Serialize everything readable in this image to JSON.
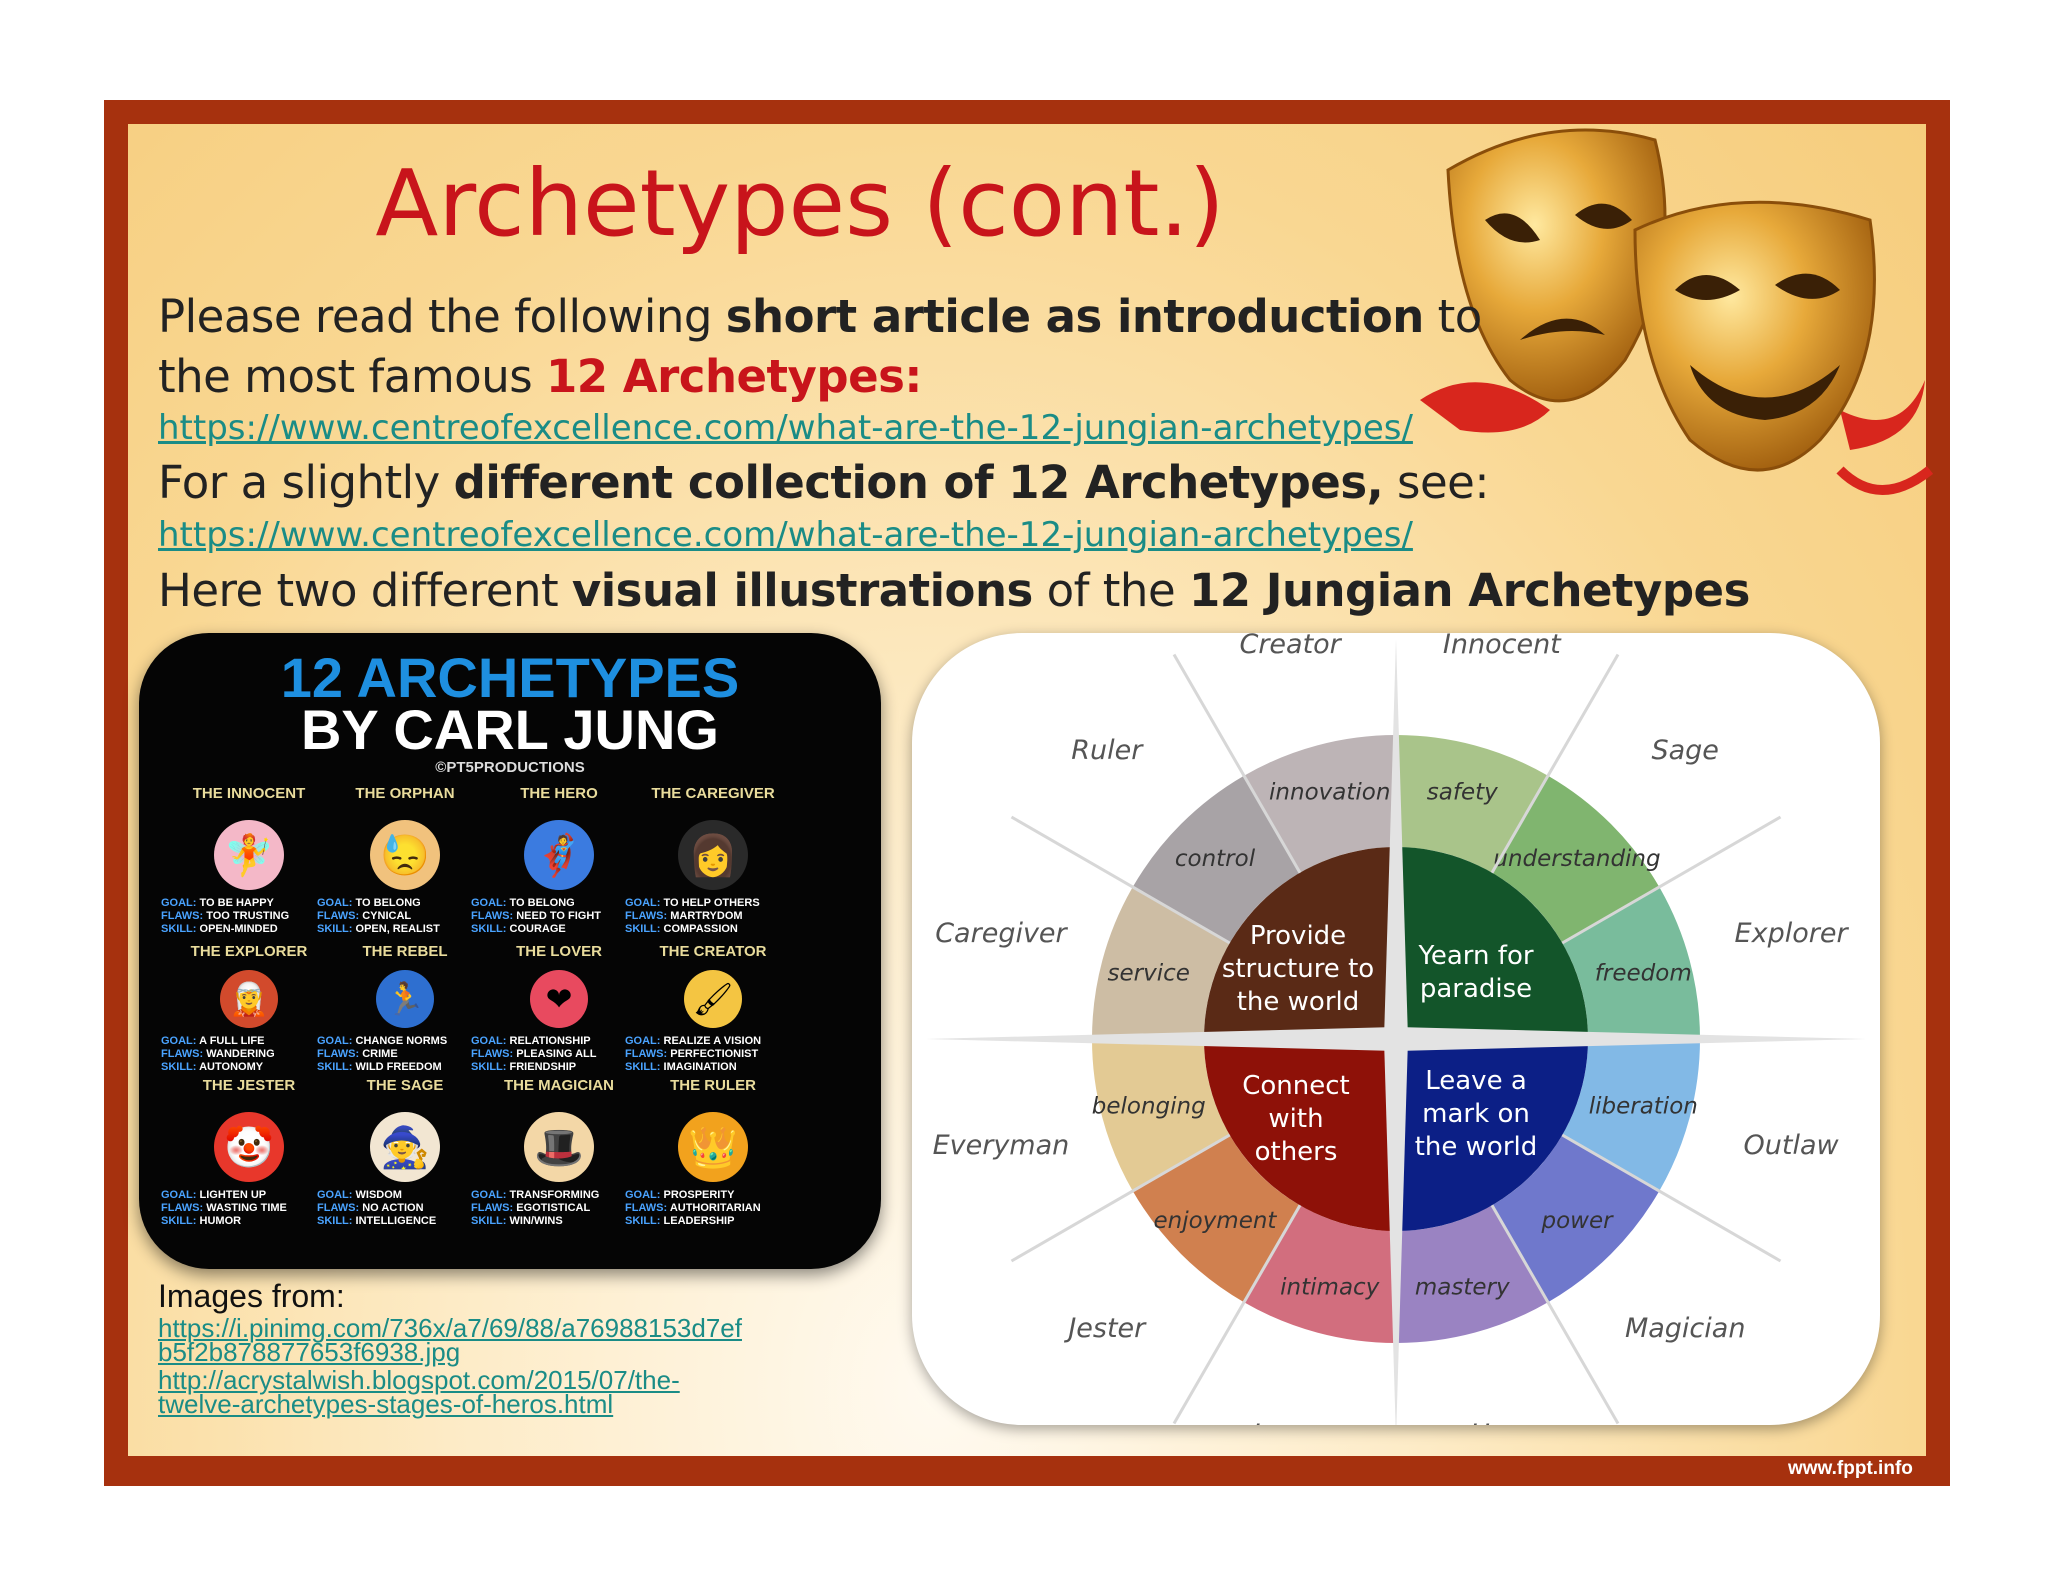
{
  "slide": {
    "title": "Archetypes (cont.)",
    "line1": {
      "pre": "Please read the following ",
      "bold": "short article as introduction",
      "post": " to"
    },
    "line2": {
      "pre": "the most famous ",
      "red": "12 Archetypes:"
    },
    "link1": "https://www.centreofexcellence.com/what-are-the-12-jungian-archetypes/",
    "line3": {
      "pre": "For a slightly ",
      "bold": "different collection of 12 Archetypes,",
      "post": " see:"
    },
    "link2": "https://www.centreofexcellence.com/what-are-the-12-jungian-archetypes/",
    "line4": {
      "pre": "Here two different  ",
      "bold1": "visual illustrations",
      "mid": " of the ",
      "bold2": "12 Jungian Archetypes"
    },
    "images_from": "Images from:",
    "source1": [
      "https://i.pinimg.com/736x/a7/69/88/a76988153d7ef",
      "b5f2b878877653f6938.jpg"
    ],
    "source2": [
      "http://acrystalwish.blogspot.com/2015/07/the-",
      "twelve-archetypes-stages-of-heros.html"
    ],
    "footer": "www.fppt.info"
  },
  "card": {
    "title1": "12 ARCHETYPES",
    "title2": "BY CARL JUNG",
    "credit": "©PT5PRODUCTIONS",
    "archetypes": [
      {
        "name": "THE INNOCENT",
        "goal": "TO BE HAPPY",
        "flaws": "TOO TRUSTING",
        "skill": "OPEN-MINDED",
        "icon": "fairy-icon",
        "glyph": "🧚"
      },
      {
        "name": "THE ORPHAN",
        "goal": "TO BELONG",
        "flaws": "CYNICAL",
        "skill": "OPEN, REALIST",
        "icon": "sad-face-icon",
        "glyph": "😓"
      },
      {
        "name": "THE HERO",
        "goal": "TO BELONG",
        "flaws": "NEED TO FIGHT",
        "skill": "COURAGE",
        "icon": "superhero-icon",
        "glyph": "🦸"
      },
      {
        "name": "THE CAREGIVER",
        "goal": "TO HELP OTHERS",
        "flaws": "MARTRYDOM",
        "skill": "COMPASSION",
        "icon": "nun-icon",
        "glyph": "👩"
      },
      {
        "name": "THE EXPLORER",
        "goal": "A FULL LIFE",
        "flaws": "WANDERING",
        "skill": "AUTONOMY",
        "icon": "explorer-icon",
        "glyph": "🧝"
      },
      {
        "name": "THE REBEL",
        "goal": "CHANGE NORMS",
        "flaws": "CRIME",
        "skill": "WILD FREEDOM",
        "icon": "runner-icon",
        "glyph": "🏃"
      },
      {
        "name": "THE LOVER",
        "goal": "RELATIONSHIP",
        "flaws": "PLEASING ALL",
        "skill": "FRIENDSHIP",
        "icon": "heart-icon",
        "glyph": "❤"
      },
      {
        "name": "THE CREATOR",
        "goal": "REALIZE A VISION",
        "flaws": "PERFECTIONIST",
        "skill": "IMAGINATION",
        "icon": "brushes-icon",
        "glyph": "🖌"
      },
      {
        "name": "THE JESTER",
        "goal": "LIGHTEN UP",
        "flaws": "WASTING TIME",
        "skill": "HUMOR",
        "icon": "jester-icon",
        "glyph": "🤡"
      },
      {
        "name": "THE SAGE",
        "goal": "WISDOM",
        "flaws": "NO ACTION",
        "skill": "INTELLIGENCE",
        "icon": "sage-icon",
        "glyph": "🧙"
      },
      {
        "name": "THE MAGICIAN",
        "goal": "TRANSFORMING",
        "flaws": "EGOTISTICAL",
        "skill": "WIN/WINS",
        "icon": "magician-icon",
        "glyph": "🎩"
      },
      {
        "name": "THE RULER",
        "goal": "PROSPERITY",
        "flaws": "AUTHORITARIAN",
        "skill": "LEADERSHIP",
        "icon": "crown-icon",
        "glyph": "👑"
      }
    ],
    "key_goal": "GOAL:",
    "key_flaws": "FLAWS:",
    "key_skill": "SKILL:"
  },
  "wheel": {
    "center": {
      "top_left": [
        "Provide",
        "structure to",
        "the world"
      ],
      "top_right": [
        "Yearn for",
        "paradise"
      ],
      "bottom_left": [
        "Connect",
        "with",
        "others"
      ],
      "bottom_right": [
        "Leave a",
        "mark on",
        "the world"
      ]
    },
    "center_colors": {
      "top_left": "#5a2a16",
      "top_right": "#13552a",
      "bottom_left": "#8e1108",
      "bottom_right": "#0c1f86"
    },
    "segments": [
      {
        "label": "safety",
        "color": "#a9c48a"
      },
      {
        "label": "understanding",
        "color": "#80b56f"
      },
      {
        "label": "freedom",
        "color": "#79bc9c"
      },
      {
        "label": "liberation",
        "color": "#82b9e6"
      },
      {
        "label": "power",
        "color": "#6f78cc"
      },
      {
        "label": "mastery",
        "color": "#9a83c2"
      },
      {
        "label": "intimacy",
        "color": "#d26e7e"
      },
      {
        "label": "enjoyment",
        "color": "#d0804f"
      },
      {
        "label": "belonging",
        "color": "#e3ca94"
      },
      {
        "label": "service",
        "color": "#cdbda4"
      },
      {
        "label": "control",
        "color": "#a8a3a6"
      },
      {
        "label": "innovation",
        "color": "#bdb4b6"
      }
    ],
    "archetypes": [
      "Innocent",
      "Sage",
      "Explorer",
      "Outlaw",
      "Magician",
      "Hero",
      "Lover",
      "Jester",
      "Everyman",
      "Caregiver",
      "Ruler",
      "Creator"
    ]
  }
}
